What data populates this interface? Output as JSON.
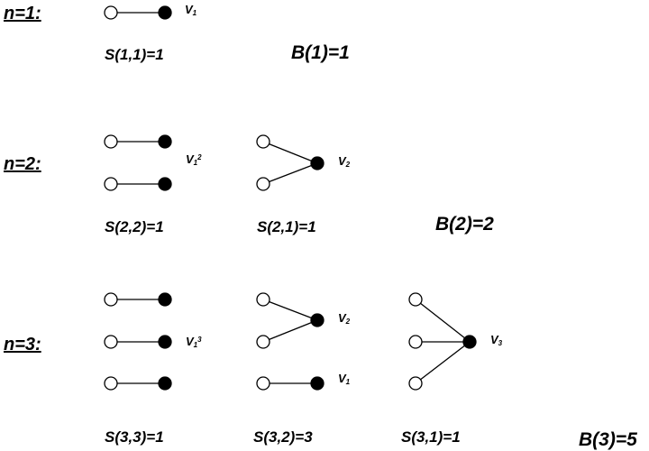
{
  "colors": {
    "line": "#000000",
    "open_dot": "#ffffff",
    "filled_dot": "#000000"
  },
  "rows": {
    "n1": {
      "label": "n=1:"
    },
    "n2": {
      "label": "n=2:"
    },
    "n3": {
      "label": "n=3:"
    }
  },
  "counts": {
    "s11": "S(1,1)=1",
    "s22": "S(2,2)=1",
    "s21": "S(2,1)=1",
    "s33": "S(3,3)=1",
    "s32": "S(3,2)=3",
    "s31": "S(3,1)=1"
  },
  "bell": {
    "b1": "B(1)=1",
    "b2": "B(2)=2",
    "b3": "B(3)=5"
  },
  "vertex_labels": {
    "v1": {
      "base": "V",
      "sub": "1"
    },
    "v1_sq": {
      "base": "V",
      "sub": "1",
      "sup": "2"
    },
    "v2_a": {
      "base": "V",
      "sub": "2"
    },
    "v1_cube": {
      "base": "V",
      "sub": "1",
      "sup": "3"
    },
    "v2_b": {
      "base": "V",
      "sub": "2"
    },
    "v1_b": {
      "base": "V",
      "sub": "1"
    },
    "v3": {
      "base": "V",
      "sub": "3"
    }
  },
  "graphs": [
    {
      "name": "graph-n1-singleton",
      "edges": 1
    },
    {
      "name": "graph-n2-two-singletons",
      "edges": 2
    },
    {
      "name": "graph-n2-merged-pair",
      "edges": 2
    },
    {
      "name": "graph-n3-three-singletons",
      "edges": 3
    },
    {
      "name": "graph-n3-pair-and-singleton",
      "edges": 3
    },
    {
      "name": "graph-n3-merged-triple",
      "edges": 3
    }
  ]
}
